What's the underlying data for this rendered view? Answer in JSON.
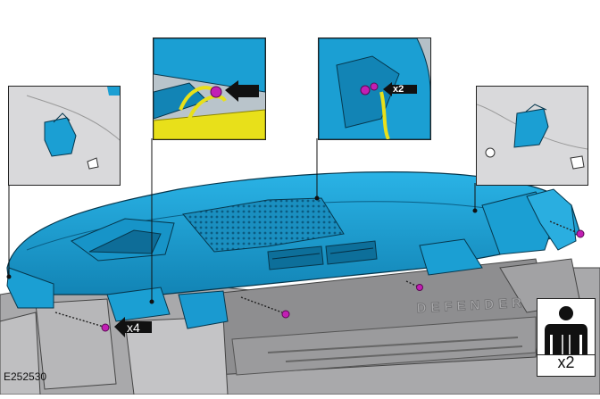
{
  "figure_id": "E252530",
  "callouts": {
    "fastener_count": "x4",
    "bolt_count": "x2",
    "persons_count": "x2"
  },
  "brand_lettering": "DEFENDER",
  "colors": {
    "component_blue": "#1b9fd3",
    "component_blue_dark": "#0d6f9a",
    "fastener_magenta": "#c21fb4",
    "harness_yellow": "#e8e01a",
    "body_grey": "#9a9a9c",
    "callout_black": "#111111"
  },
  "icons": [
    "person-icon",
    "arrow-icon"
  ]
}
